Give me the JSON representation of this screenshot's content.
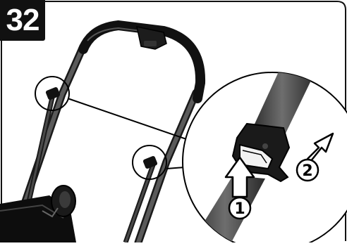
{
  "step": {
    "number": "32"
  },
  "callouts": {
    "press": "1",
    "lift": "2"
  },
  "icons": [
    "press-arrow-icon",
    "lift-arrow-icon"
  ],
  "colors": {
    "frame_tube": "#3a3a3a",
    "handlebar": "#161616",
    "badge_bg": "#111111",
    "outline": "#000000"
  }
}
